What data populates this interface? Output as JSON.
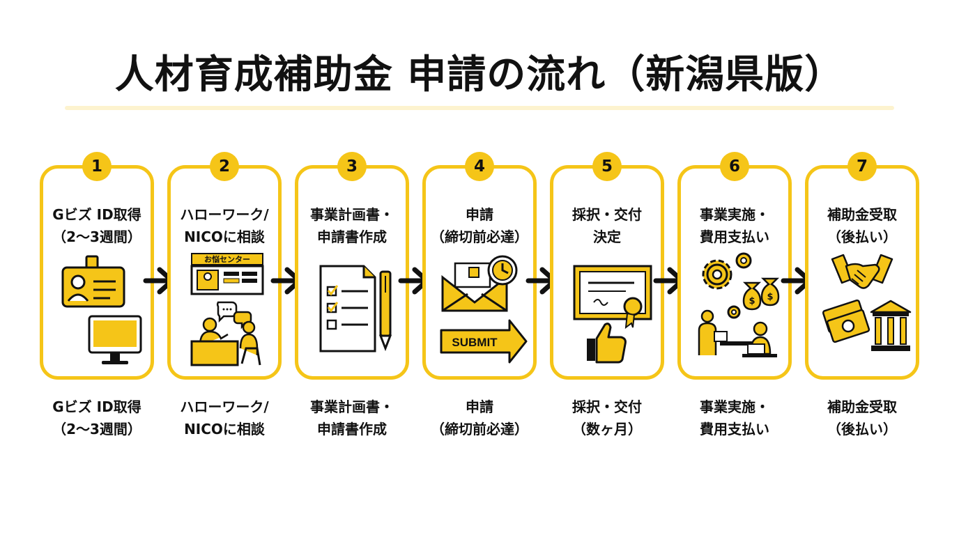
{
  "title": "人材育成補助金 申請の流れ（新潟県版）",
  "steps": [
    {
      "number": "1",
      "card": [
        "Gビズ ID取得",
        "（2〜3週間）"
      ],
      "caption": [
        "Gビズ ID取得",
        "（2〜3週間）"
      ],
      "icons": [
        "id-card-icon",
        "monitor-icon"
      ]
    },
    {
      "number": "2",
      "card": [
        "ハローワーク/",
        "NICOに相談"
      ],
      "caption": [
        "ハローワーク/",
        "NICOに相談"
      ],
      "sign": "お悩センター",
      "icons": [
        "help-center-sign-icon",
        "consultation-icon"
      ]
    },
    {
      "number": "3",
      "card": [
        "事業計画書・",
        "申請書作成"
      ],
      "caption": [
        "事業計画書・",
        "申請書作成"
      ],
      "icons": [
        "checklist-document-icon",
        "pen-icon"
      ]
    },
    {
      "number": "4",
      "card": [
        "申請",
        "（締切前必達）"
      ],
      "caption": [
        "申請",
        "（締切前必達）"
      ],
      "submit": "SUBMIT",
      "icons": [
        "envelope-icon",
        "clock-icon",
        "submit-arrow-icon"
      ]
    },
    {
      "number": "5",
      "card": [
        "採択・交付",
        "決定"
      ],
      "caption": [
        "採択・交付",
        "（数ヶ月）"
      ],
      "icons": [
        "certificate-icon",
        "thumbs-up-icon"
      ]
    },
    {
      "number": "6",
      "card": [
        "事業実施・",
        "費用支払い"
      ],
      "caption": [
        "事業実施・",
        "費用支払い"
      ],
      "icons": [
        "gears-icon",
        "money-bags-icon",
        "workers-icon"
      ]
    },
    {
      "number": "7",
      "card": [
        "補助金受取",
        "（後払い）"
      ],
      "caption": [
        "補助金受取",
        "（後払い）"
      ],
      "icons": [
        "handshake-icon",
        "cash-icon",
        "bank-icon"
      ]
    }
  ],
  "colors": {
    "accent": "#f5c518",
    "ink": "#111111",
    "rule": "#fdf3cf"
  }
}
